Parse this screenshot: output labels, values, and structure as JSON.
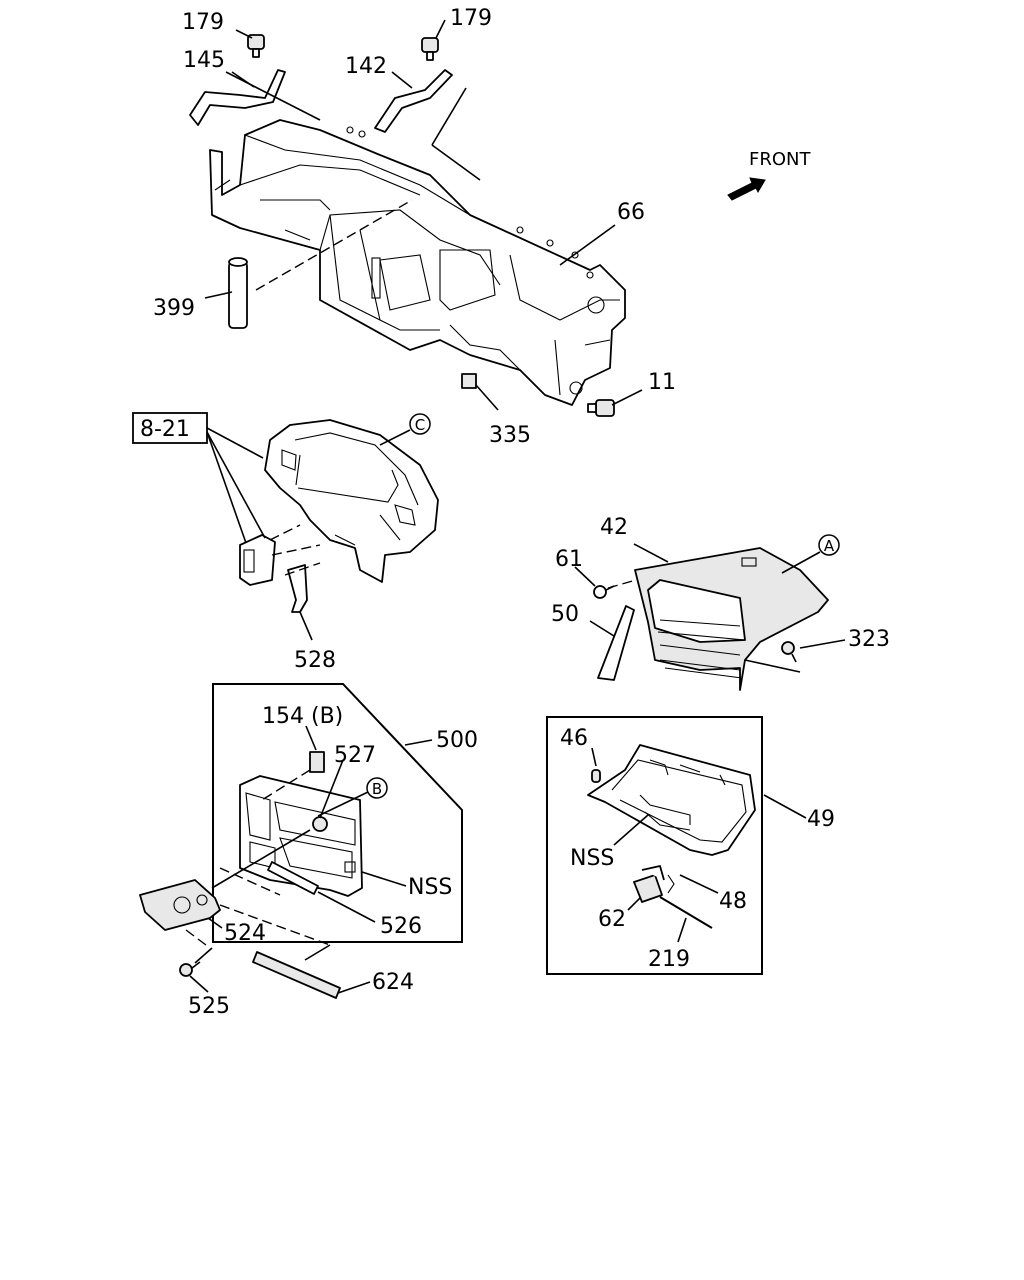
{
  "direction_label": "FRONT",
  "ref_box_label": "8-21",
  "callouts": {
    "c179_left": "179",
    "c179_right": "179",
    "c145": "145",
    "c142": "142",
    "c66": "66",
    "c399": "399",
    "c11": "11",
    "c335": "335",
    "c528": "528",
    "c42": "42",
    "c61": "61",
    "c50": "50",
    "c323": "323",
    "c154": "154 (B)",
    "c527": "527",
    "c500": "500",
    "c526": "526",
    "c524": "524",
    "c525": "525",
    "c624": "624",
    "nss_left": "NSS",
    "c46": "46",
    "c49": "49",
    "nss_right": "NSS",
    "c48": "48",
    "c62": "62",
    "c219": "219"
  },
  "circle_markers": {
    "a": "A",
    "b": "B",
    "c": "C"
  }
}
